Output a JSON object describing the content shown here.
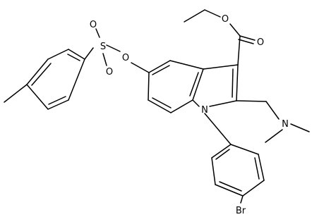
{
  "molecule": {
    "atoms": {
      "o_ester_alkoxy": "O",
      "o_ester_carbonyl": "O",
      "o_aryl_ester": "O",
      "sulfur": "S",
      "o_sulfonyl_upper": "O",
      "o_sulfonyl_lower": "O",
      "n_indole": "N",
      "n_amine": "N",
      "bromine": "Br"
    },
    "colors": {
      "bond": "#000000",
      "label": "#000000",
      "background": "#ffffff"
    }
  }
}
